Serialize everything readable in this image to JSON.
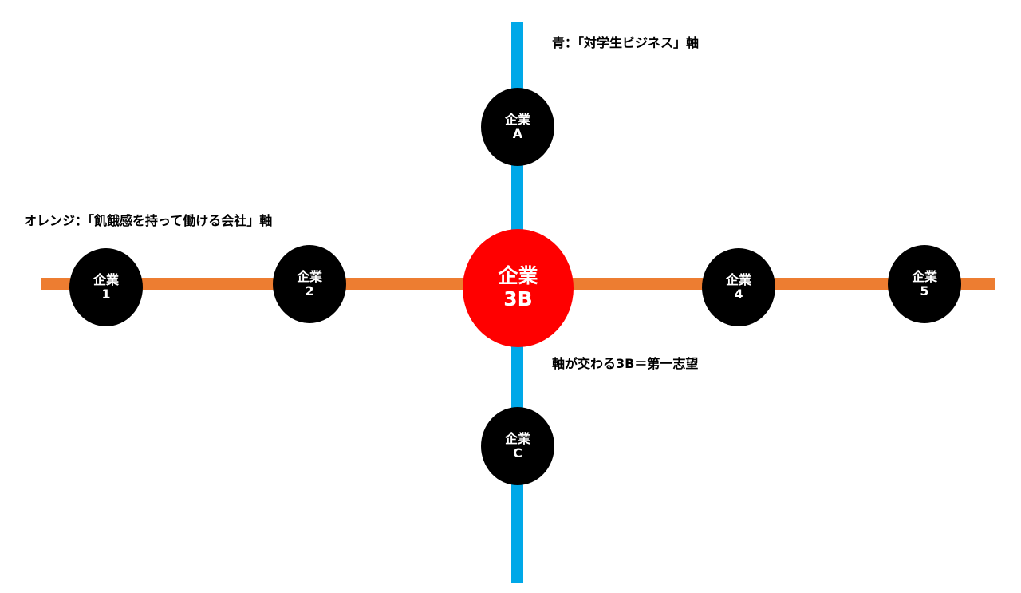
{
  "colors": {
    "blue_axis": "#00a8e8",
    "orange_axis": "#ed7d31",
    "node": "#000000",
    "center_node": "#ff0000",
    "node_text": "#ffffff"
  },
  "labels": {
    "blue_axis": "青：「対学生ビジネス」軸",
    "orange_axis": "オレンジ：「飢餓感を持って働ける会社」軸",
    "intersection": "軸が交わる3B＝第一志望"
  },
  "nodes": {
    "a": {
      "line1": "企業",
      "line2": "A"
    },
    "c": {
      "line1": "企業",
      "line2": "C"
    },
    "n1": {
      "line1": "企業",
      "line2": "1"
    },
    "n2": {
      "line1": "企業",
      "line2": "2"
    },
    "n4": {
      "line1": "企業",
      "line2": "4"
    },
    "n5": {
      "line1": "企業",
      "line2": "5"
    },
    "center": {
      "line1": "企業",
      "line2": "3B"
    }
  }
}
